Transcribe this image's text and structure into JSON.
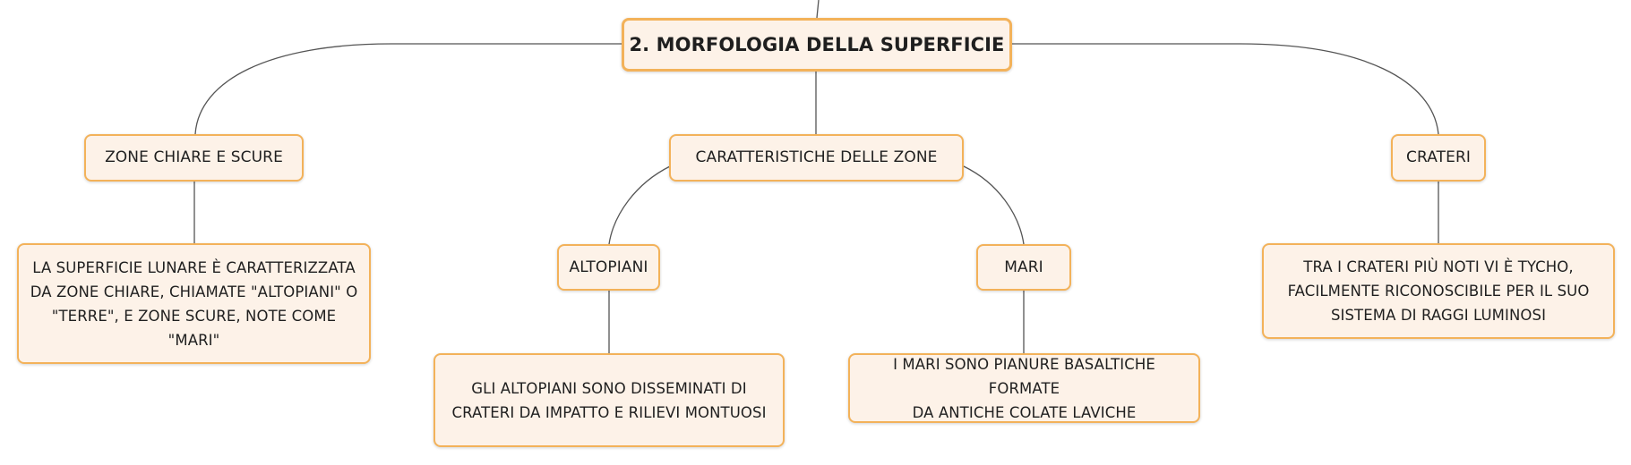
{
  "diagram": {
    "title": "2. MORFOLOGIA DELLA SUPERFICIE",
    "branches": {
      "zone": "ZONE CHIARE E SCURE",
      "caratteristiche": "CARATTERISTICHE DELLE ZONE",
      "crateri": "CRATERI"
    },
    "sub_branches": {
      "altopiani": "ALTOPIANI",
      "mari": "MARI"
    },
    "descriptions": {
      "zone": "LA SUPERFICIE LUNARE È CARATTERIZZATA\nDA ZONE CHIARE, CHIAMATE \"ALTOPIANI\" O\n\"TERRE\", E ZONE SCURE, NOTE COME \"MARI\"",
      "altopiani": "GLI ALTOPIANI SONO DISSEMINATI DI\nCRATERI DA IMPATTO E RILIEVI MONTUOSI",
      "mari": "I MARI SONO PIANURE BASALTICHE FORMATE\nDA ANTICHE COLATE LAVICHE",
      "crateri": "TRA I CRATERI PIÙ NOTI VI È TYCHO,\nFACILMENTE RICONOSCIBILE PER IL SUO\nSISTEMA DI RAGGI LUMINOSI"
    },
    "colors": {
      "node_fill": "#fdf2e8",
      "node_border": "#f3b25a",
      "connector": "#555555"
    }
  }
}
